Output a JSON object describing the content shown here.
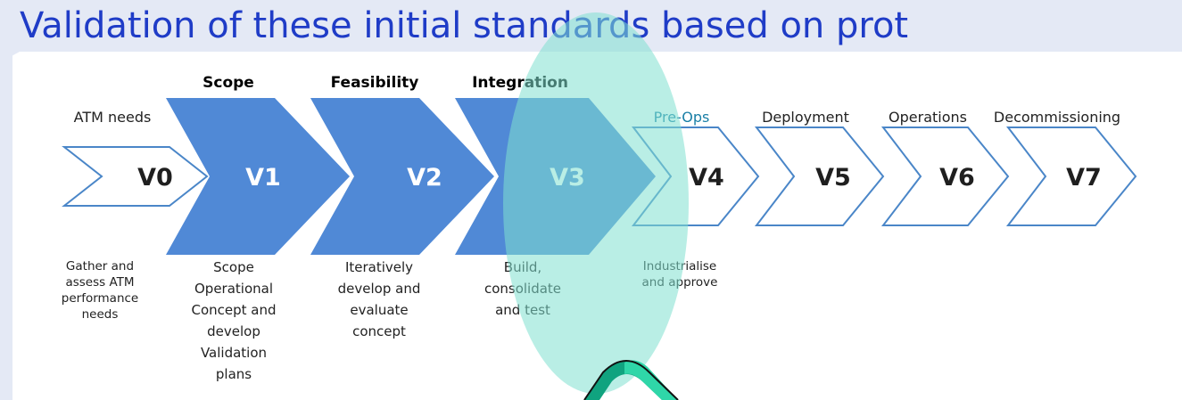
{
  "slide": {
    "title": "Validation of these initial standards based on prot"
  },
  "phases": {
    "scope": "Scope",
    "feasibility": "Feasibility",
    "integration": "Integration"
  },
  "stages": [
    {
      "id": "V0",
      "top_label": "ATM needs",
      "desc": [
        "Gather and",
        "assess ATM",
        "performance",
        "needs"
      ],
      "filled": false
    },
    {
      "id": "V1",
      "top_label": "",
      "desc": [
        "Scope",
        "Operational",
        "Concept and",
        "develop",
        "Validation",
        "plans"
      ],
      "filled": true
    },
    {
      "id": "V2",
      "top_label": "",
      "desc": [
        "Iteratively",
        "develop and",
        "evaluate",
        "concept"
      ],
      "filled": true
    },
    {
      "id": "V3",
      "top_label": "",
      "desc": [
        "Build,",
        "consolidate",
        "and test"
      ],
      "filled": true
    },
    {
      "id": "V4",
      "top_label": "Pre-Ops",
      "desc": [
        "Industrialise",
        "and approve"
      ],
      "filled": false
    },
    {
      "id": "V5",
      "top_label": "Deployment",
      "desc": [],
      "filled": false
    },
    {
      "id": "V6",
      "top_label": "Operations",
      "desc": [],
      "filled": false
    },
    {
      "id": "V7",
      "top_label": "Decommissioning",
      "desc": [],
      "filled": false
    }
  ],
  "colors": {
    "title": "#1f3cc7",
    "chevron_fill": "#5089d6",
    "chevron_outline": "#4a86c8",
    "highlight": "#7fe0cf",
    "ring_dark": "#10a37f",
    "ring_light": "#2fd6a8",
    "band": "#e4e9f5"
  }
}
